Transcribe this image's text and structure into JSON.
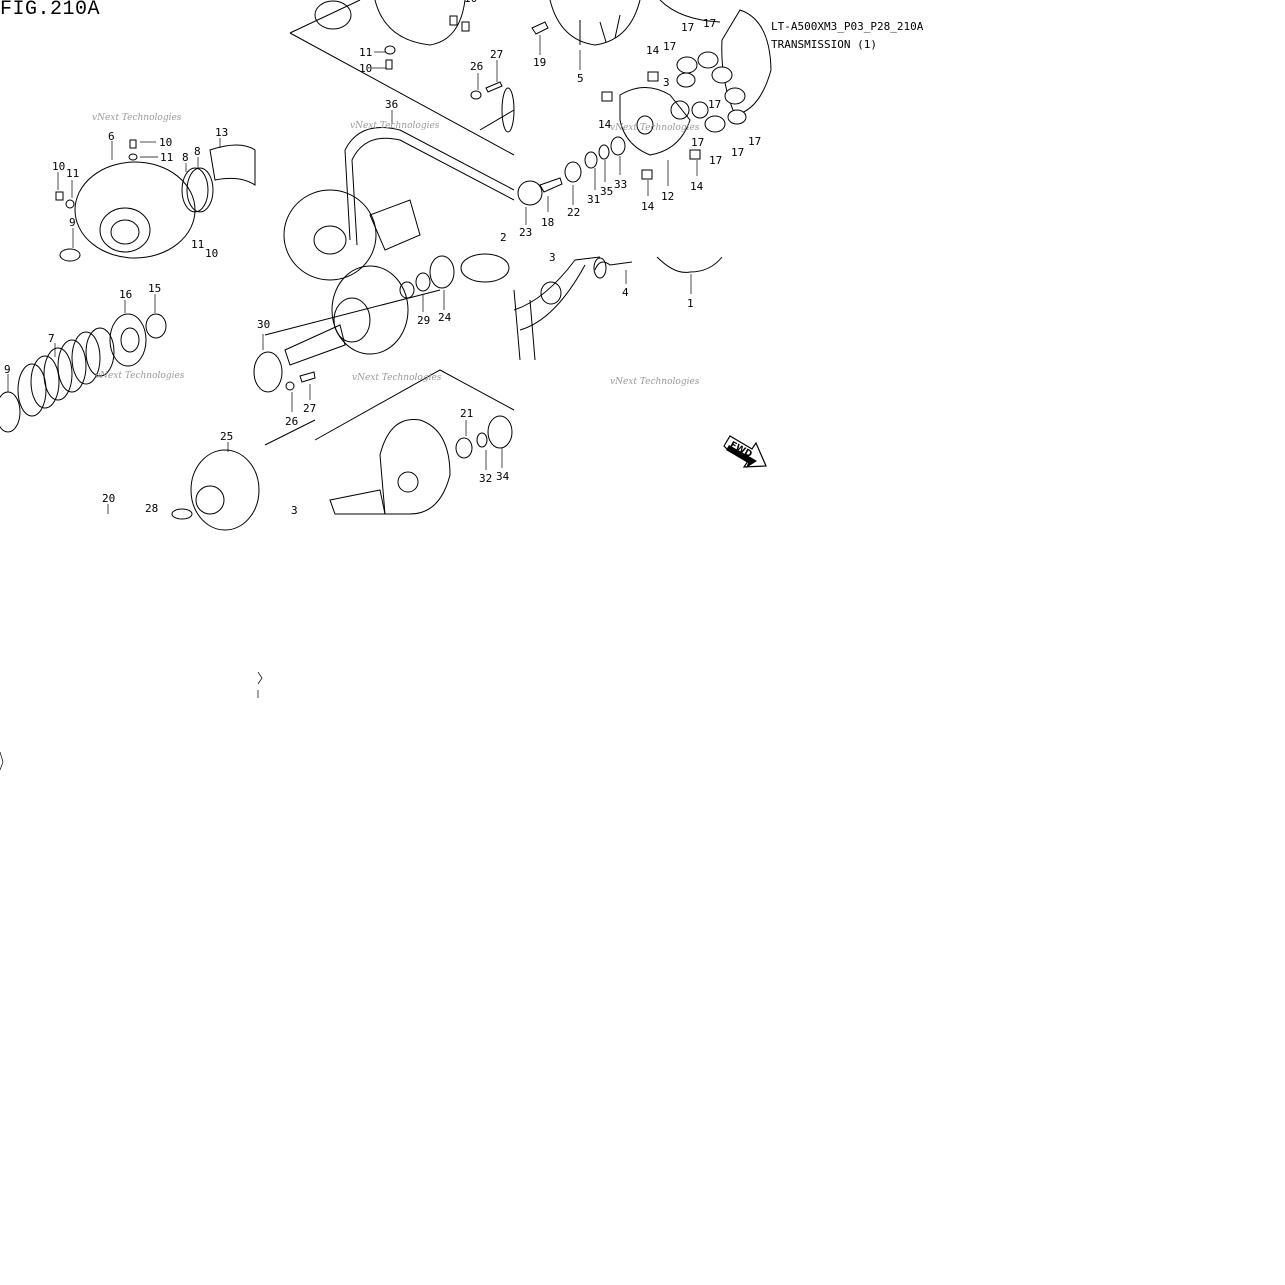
{
  "figure_title": "FIG.210A",
  "model_code": "LT-A500XM3_P03_P28_210A",
  "section_name": "TRANSMISSION (1)",
  "watermark": "vNext Technologies",
  "direction_arrow": "FWD",
  "part_callouts": [
    "1",
    "2",
    "3",
    "4",
    "5",
    "6",
    "7",
    "8",
    "9",
    "10",
    "11",
    "12",
    "13",
    "14",
    "15",
    "16",
    "17",
    "18",
    "19",
    "20",
    "21",
    "22",
    "23",
    "24",
    "25",
    "26",
    "27",
    "28",
    "29",
    "30",
    "31",
    "32",
    "33",
    "34",
    "35",
    "36"
  ]
}
